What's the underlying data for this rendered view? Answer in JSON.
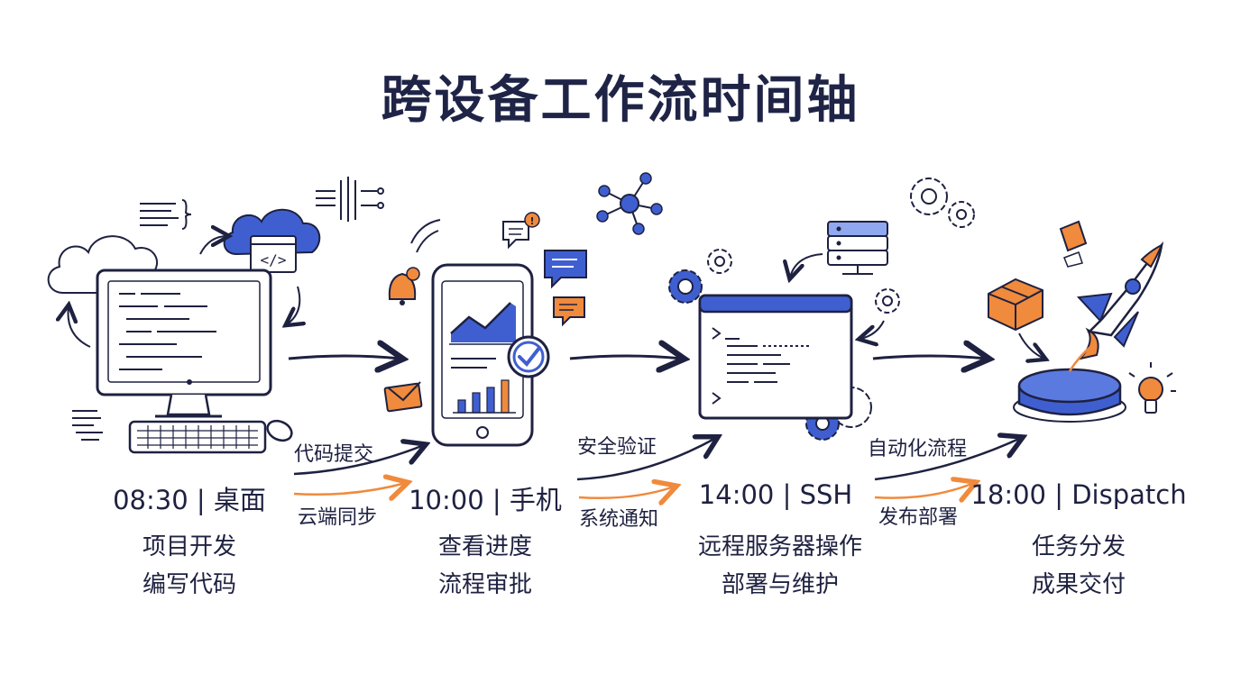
{
  "title": "跨设备工作流时间轴",
  "stages": [
    {
      "time": "08:30 | 桌面",
      "line1": "项目开发",
      "line2": "编写代码"
    },
    {
      "time": "10:00 | 手机",
      "line1": "查看进度",
      "line2": "流程审批"
    },
    {
      "time": "14:00 | SSH",
      "line1": "远程服务器操作",
      "line2": "部署与维护"
    },
    {
      "time": "18:00 | Dispatch",
      "line1": "任务分发",
      "line2": "成果交付"
    }
  ],
  "connectors": [
    {
      "top": "代码提交",
      "bottom": "云端同步"
    },
    {
      "top": "安全验证",
      "bottom": "系统通知"
    },
    {
      "top": "自动化流程",
      "bottom": "发布部署"
    }
  ],
  "colors": {
    "ink": "#1e2140",
    "blue": "#3f5fd1",
    "light_blue": "#8fa8f0",
    "orange": "#f08a3c"
  },
  "icons": [
    "cloud-icon",
    "code-window-icon",
    "desktop-computer-icon",
    "keyboard-icon",
    "mouse-icon",
    "smartphone-icon",
    "line-chart-icon",
    "bar-chart-icon",
    "checkmark-icon",
    "bell-icon",
    "chat-bubble-icon",
    "email-icon",
    "network-node-icon",
    "gear-icon",
    "server-icon",
    "terminal-window-icon",
    "rocket-icon",
    "launch-button-icon",
    "package-box-icon",
    "lightbulb-icon"
  ]
}
